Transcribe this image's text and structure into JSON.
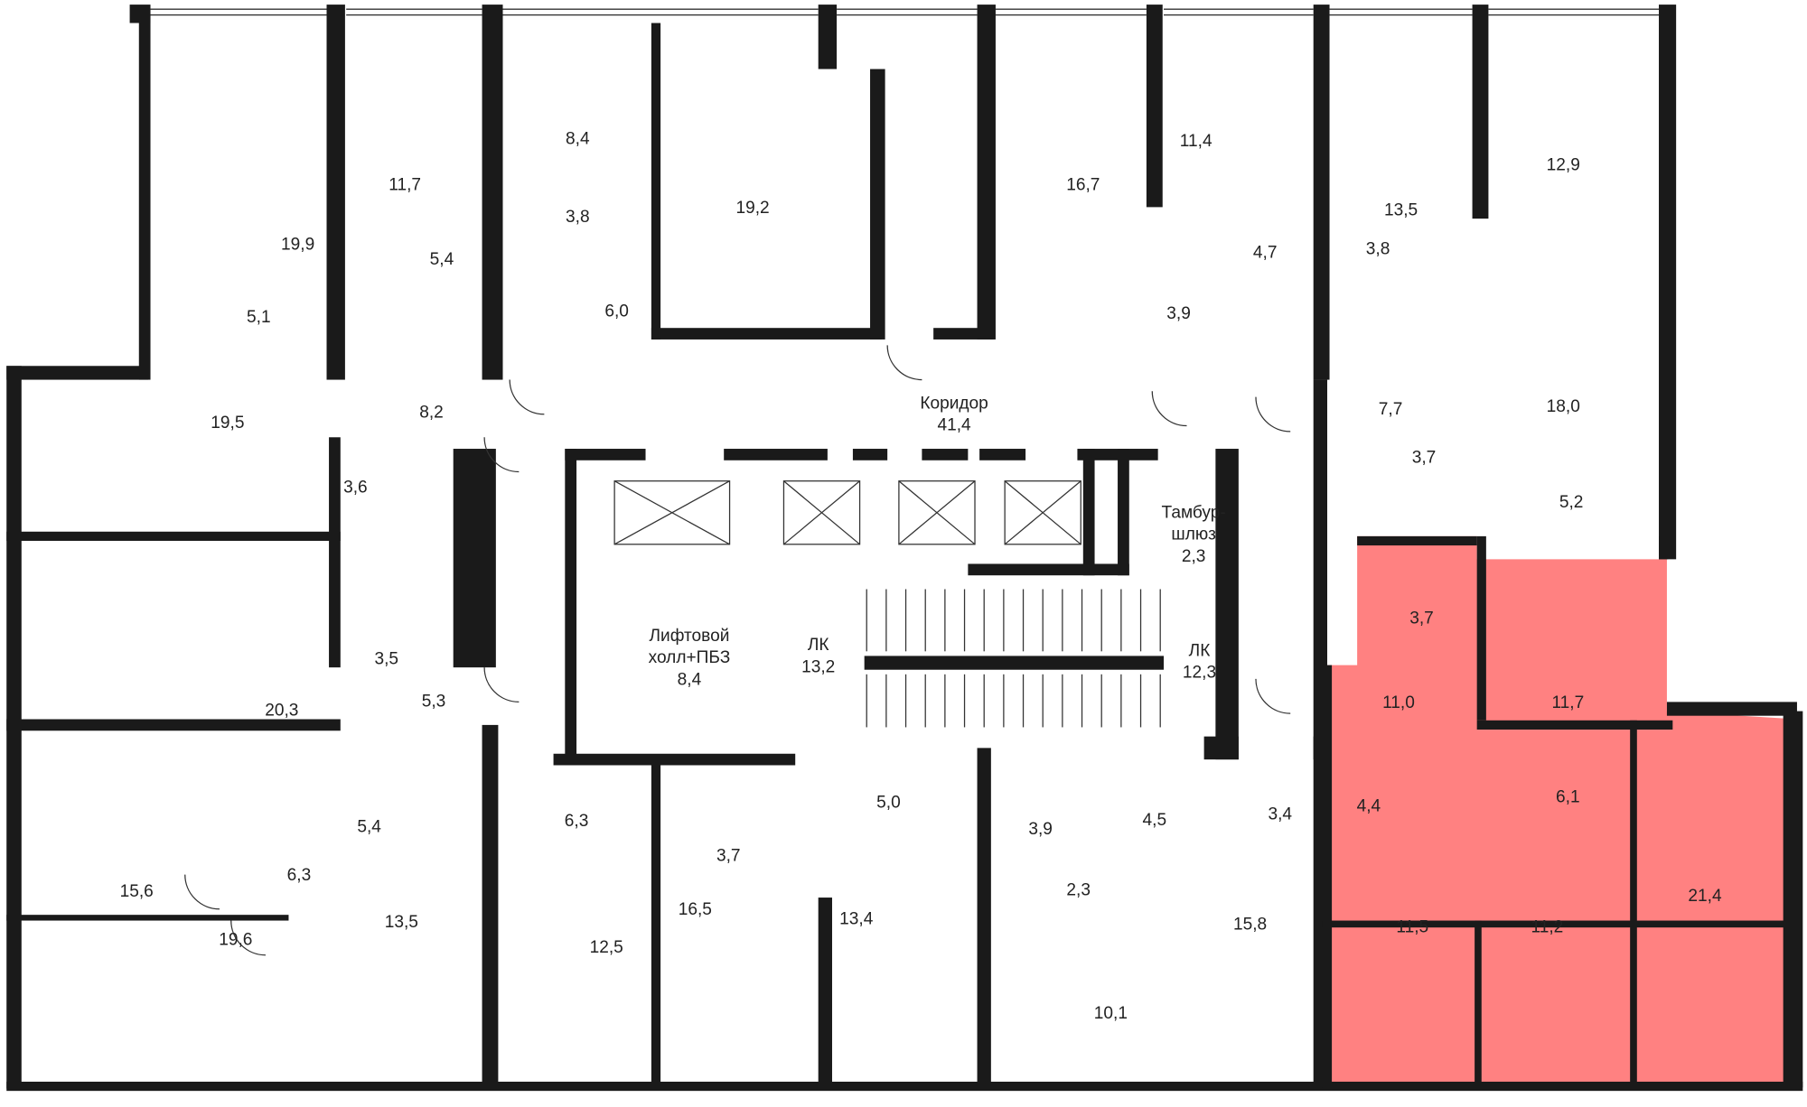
{
  "highlight_color": "#ff6b6b",
  "rooms": [
    {
      "area": "19,9"
    },
    {
      "area": "11,7"
    },
    {
      "area": "8,4"
    },
    {
      "area": "19,2"
    },
    {
      "area": "16,7"
    },
    {
      "area": "11,4"
    },
    {
      "area": "13,5"
    },
    {
      "area": "12,9"
    },
    {
      "area": "5,4"
    },
    {
      "area": "3,8"
    },
    {
      "area": "6,0"
    },
    {
      "area": "3,9"
    },
    {
      "area": "4,7"
    },
    {
      "area": "3,8"
    },
    {
      "area": "5,1"
    },
    {
      "area": "19,5"
    },
    {
      "area": "8,2"
    },
    {
      "name": "Коридор",
      "area": "41,4"
    },
    {
      "area": "7,7"
    },
    {
      "area": "18,0"
    },
    {
      "area": "3,6"
    },
    {
      "area": "3,7"
    },
    {
      "area": "5,2"
    },
    {
      "name": "Тамбур-",
      "name2": "шлюз",
      "area": "2,3"
    },
    {
      "area": "3,5"
    },
    {
      "area": "5,3"
    },
    {
      "area": "20,3"
    },
    {
      "name": "Лифтовой",
      "name2": "холл+ПБЗ",
      "area": "8,4"
    },
    {
      "name": "ЛК",
      "area": "13,2"
    },
    {
      "name": "ЛК",
      "area": "12,3"
    },
    {
      "area": "3,7"
    },
    {
      "area": "11,0"
    },
    {
      "area": "11,7"
    },
    {
      "area": "6,3"
    },
    {
      "area": "5,0"
    },
    {
      "area": "3,9"
    },
    {
      "area": "4,5"
    },
    {
      "area": "3,4"
    },
    {
      "area": "5,4"
    },
    {
      "area": "3,7"
    },
    {
      "area": "4,4"
    },
    {
      "area": "6,1"
    },
    {
      "area": "15,6"
    },
    {
      "area": "6,3"
    },
    {
      "area": "13,5"
    },
    {
      "area": "12,5"
    },
    {
      "area": "16,5"
    },
    {
      "area": "13,4"
    },
    {
      "area": "2,3"
    },
    {
      "area": "15,8"
    },
    {
      "area": "11,5"
    },
    {
      "area": "11,2"
    },
    {
      "area": "21,4"
    },
    {
      "area": "19,6"
    },
    {
      "area": "10,1"
    }
  ]
}
